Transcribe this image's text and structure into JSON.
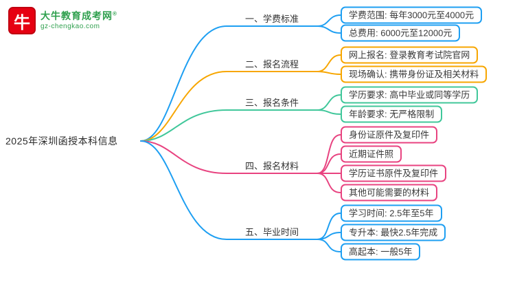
{
  "logo": {
    "icon_char": "牛",
    "icon_bg": "#E60012",
    "brand": "大牛教育成考网",
    "reg_mark": "®",
    "domain": "gz-chengkao.com",
    "brand_color": "#2FA04E"
  },
  "mindmap": {
    "root": {
      "label": "2025年深圳函授本科信息"
    },
    "branches": [
      {
        "label": "一、学费标准",
        "color": "#1E9FF2",
        "leaves": [
          "学费范围: 每年3000元至4000元",
          "总费用: 6000元至12000元"
        ]
      },
      {
        "label": "二、报名流程",
        "color": "#F7A600",
        "leaves": [
          "网上报名: 登录教育考试院官网",
          "现场确认: 携带身份证及相关材料"
        ]
      },
      {
        "label": "三、报名条件",
        "color": "#40C79A",
        "leaves": [
          "学历要求: 高中毕业或同等学历",
          "年龄要求: 无严格限制"
        ]
      },
      {
        "label": "四、报名材料",
        "color": "#E84380",
        "leaves": [
          "身份证原件及复印件",
          "近期证件照",
          "学历证书原件及复印件",
          "其他可能需要的材料"
        ]
      },
      {
        "label": "五、毕业时间",
        "color": "#1E9FF2",
        "leaves": [
          "学习时间: 2.5年至5年",
          "专升本: 最快2.5年完成",
          "高起本: 一般5年"
        ]
      }
    ]
  }
}
